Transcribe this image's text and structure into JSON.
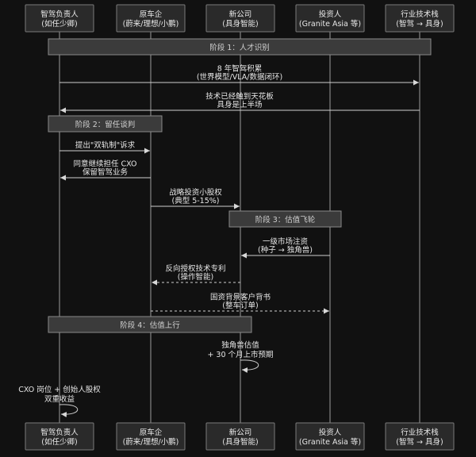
{
  "actors": [
    {
      "id": "driving_lead",
      "line1": "智驾负责人",
      "line2": "(如任少卿)"
    },
    {
      "id": "oem",
      "line1": "原车企",
      "line2": "(蔚来/理想/小鹏)"
    },
    {
      "id": "newco",
      "line1": "新公司",
      "line2": "(具身智能)"
    },
    {
      "id": "investor",
      "line1": "投资人",
      "line2": "(Granite Asia 等)"
    },
    {
      "id": "tech_stack",
      "line1": "行业技术栈",
      "line2": "(智驾 → 具身)"
    }
  ],
  "phases": [
    {
      "label": "阶段 1：人才识别"
    },
    {
      "label": "阶段 2：留任谈判"
    },
    {
      "label": "阶段 3：估值飞轮"
    },
    {
      "label": "阶段 4：估值上行"
    }
  ],
  "messages": [
    {
      "from": 0,
      "to": 4,
      "style": "solid",
      "lines": [
        "8 年智驾积累",
        "(世界模型/VLA/数据闭环)"
      ]
    },
    {
      "from": 4,
      "to": 0,
      "style": "solid",
      "lines": [
        "技术已经触到天花板",
        "具身是上半场"
      ]
    },
    {
      "from": 0,
      "to": 1,
      "style": "solid",
      "lines": [
        "提出\"双轨制\"诉求"
      ]
    },
    {
      "from": 1,
      "to": 0,
      "style": "solid",
      "lines": [
        "同意继续担任 CXO",
        "保留智驾业务"
      ]
    },
    {
      "from": 1,
      "to": 2,
      "style": "solid",
      "lines": [
        "战略投资小股权",
        "(典型 5-15%)"
      ]
    },
    {
      "from": 3,
      "to": 2,
      "style": "solid",
      "lines": [
        "一级市场注资",
        "(种子 → 独角兽)"
      ]
    },
    {
      "from": 2,
      "to": 1,
      "style": "dashed",
      "lines": [
        "反向授权技术专利",
        "(操作智能)"
      ]
    },
    {
      "from": 1,
      "to": 3,
      "style": "dashed",
      "lines": [
        "国资背景客户背书",
        "(整车订单)"
      ]
    },
    {
      "from": 2,
      "to": 2,
      "style": "self",
      "lines": [
        "独角兽估值",
        "+ 30 个月上市预期"
      ]
    },
    {
      "from": 0,
      "to": 0,
      "style": "self",
      "lines": [
        "CXO 岗位 + 创始人股权",
        "双重收益"
      ]
    }
  ],
  "colors": {
    "background": "#111111",
    "actor_fill": "#2a2a2a",
    "phase_fill": "#3b3b3b",
    "line": "#cfcfcf"
  }
}
